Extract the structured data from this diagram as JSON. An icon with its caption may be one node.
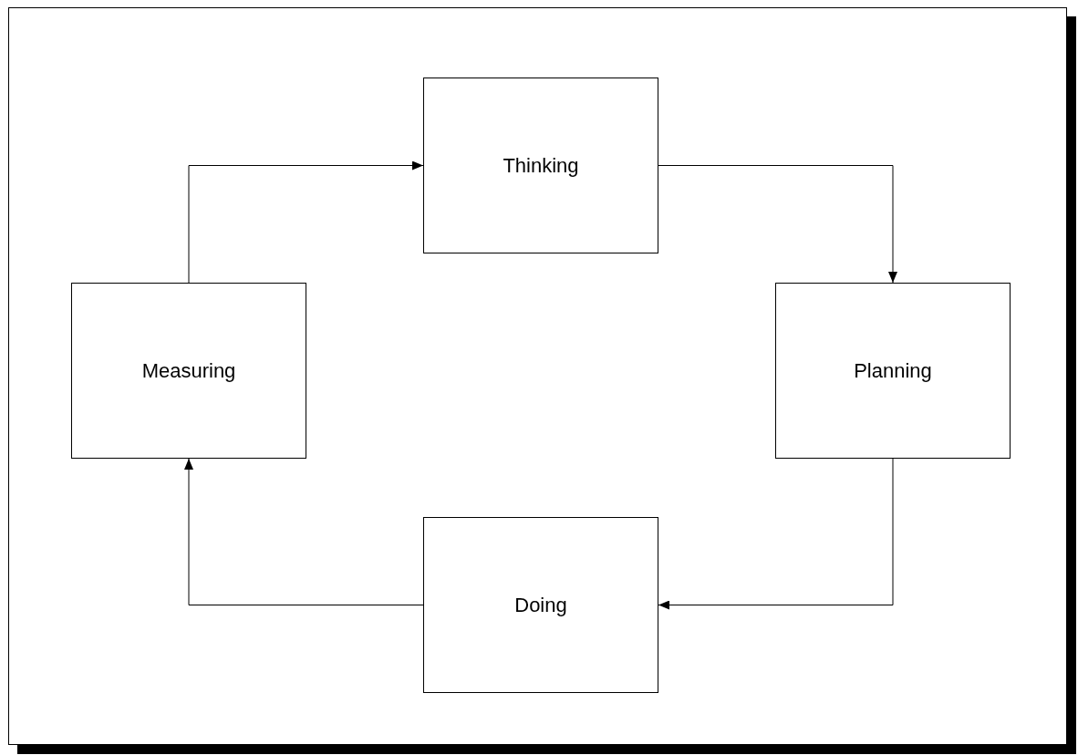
{
  "diagram": {
    "nodes": [
      {
        "text": [
          "Thinking"
        ]
      },
      {
        "text": [
          "Planning"
        ]
      },
      {
        "text": [
          "Doing"
        ]
      },
      {
        "text": [
          "Measuring"
        ]
      }
    ],
    "edges": [
      {
        "from": 0,
        "to": 1,
        "arrow": "to"
      },
      {
        "from": 1,
        "to": 2,
        "arrow": "to"
      },
      {
        "from": 2,
        "to": 3,
        "arrow": "to"
      },
      {
        "from": 3,
        "to": 0,
        "arrow": "to"
      }
    ]
  }
}
